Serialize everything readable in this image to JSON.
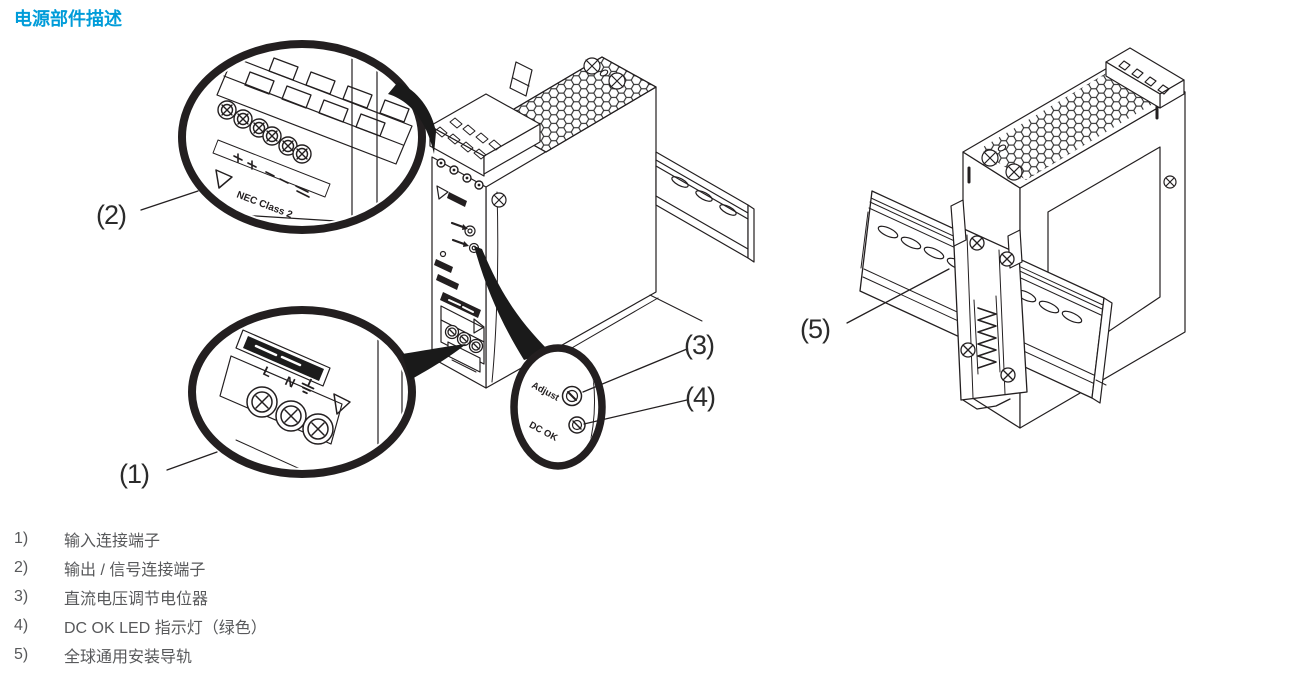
{
  "page": {
    "title": "电源部件描述"
  },
  "colors": {
    "title_blue": "#009CD9",
    "body_text": "#58595B",
    "line_art": "#231F20"
  },
  "figure": {
    "callout_labels": {
      "c1": "(1)",
      "c2": "(2)",
      "c3": "(3)",
      "c4": "(4)",
      "c5": "(5)"
    },
    "device_text": {
      "adjust": "Adjust",
      "dc_ok": "DC OK",
      "line_label": "L",
      "neutral_label": "N",
      "nec_label": "NEC Class 2"
    }
  },
  "legend": {
    "items": [
      {
        "num": "1)",
        "text": "输入连接端子"
      },
      {
        "num": "2)",
        "text": "输出 / 信号连接端子"
      },
      {
        "num": "3)",
        "text": "直流电压调节电位器"
      },
      {
        "num": "4)",
        "text": "DC OK LED 指示灯（绿色）"
      },
      {
        "num": "5)",
        "text": "全球通用安装导轨"
      }
    ]
  }
}
